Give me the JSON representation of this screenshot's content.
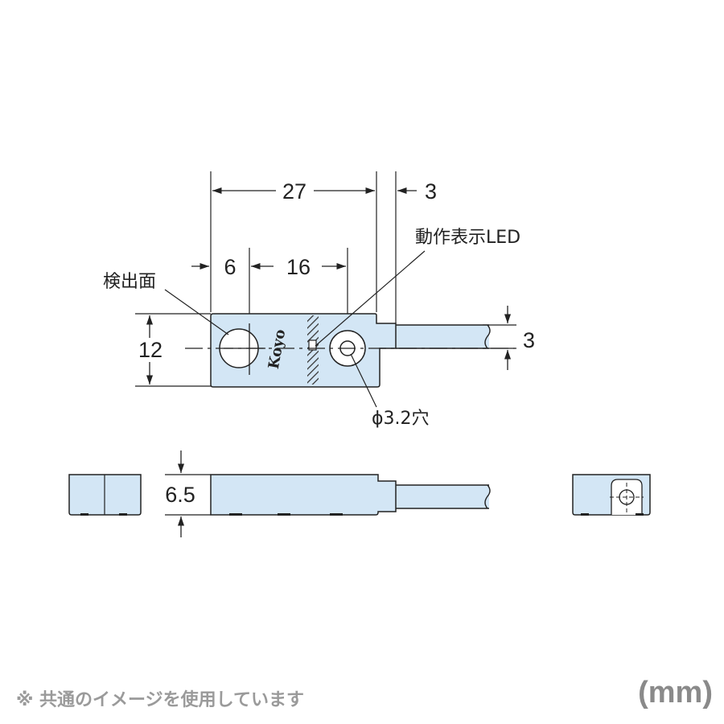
{
  "dimensions": {
    "length": "27",
    "cable_offset": "3",
    "sensing_offset": "6",
    "hole_pitch": "16",
    "height": "12",
    "cable_height": "3",
    "thickness": "6.5"
  },
  "labels": {
    "sensing_face": "検出面",
    "led": "動作表示LED",
    "hole": "ϕ3.2穴"
  },
  "brand": "Koyo",
  "footer": {
    "note": "※ 共通のイメージを使用しています",
    "unit": "(mm)"
  },
  "colors": {
    "body_fill": "#d3e6f5",
    "stroke": "#222222"
  }
}
